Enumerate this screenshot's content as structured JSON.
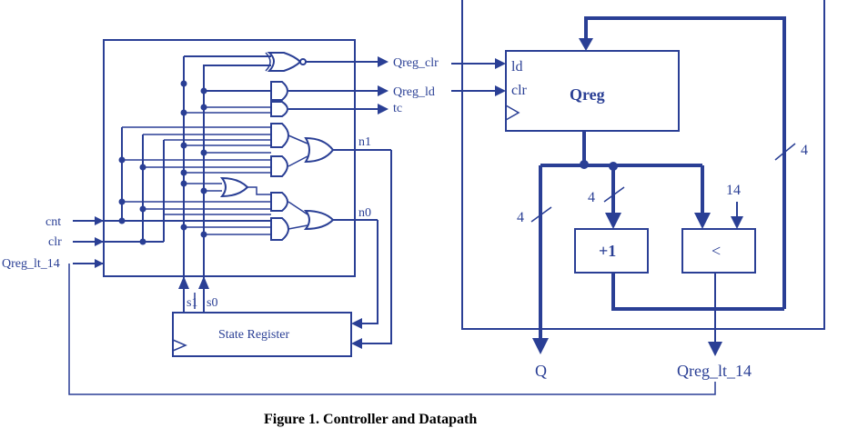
{
  "figure": {
    "caption": "Figure 1.  Controller and Datapath"
  },
  "controller": {
    "outputs": {
      "qreg_clr": "Qreg_clr",
      "qreg_ld": "Qreg_ld",
      "tc": "tc"
    },
    "next_state": {
      "n1": "n1",
      "n0": "n0"
    },
    "inputs": {
      "cnt": "cnt",
      "clr": "clr",
      "qreg_lt_14": "Qreg_lt_14"
    },
    "state_bits": {
      "s1": "s1",
      "s0": "s0"
    },
    "state_register": "State Register"
  },
  "datapath": {
    "register": {
      "name": "Qreg",
      "ld": "ld",
      "clr": "clr"
    },
    "adder": "+1",
    "comparator": "<",
    "constant": "14",
    "bus_width_feedback": "4",
    "bus_width_adder": "4",
    "bus_width_output": "4",
    "output_q": "Q",
    "output_lt": "Qreg_lt_14"
  },
  "colors": {
    "ink": "#2a3f95",
    "caption": "#000000"
  }
}
